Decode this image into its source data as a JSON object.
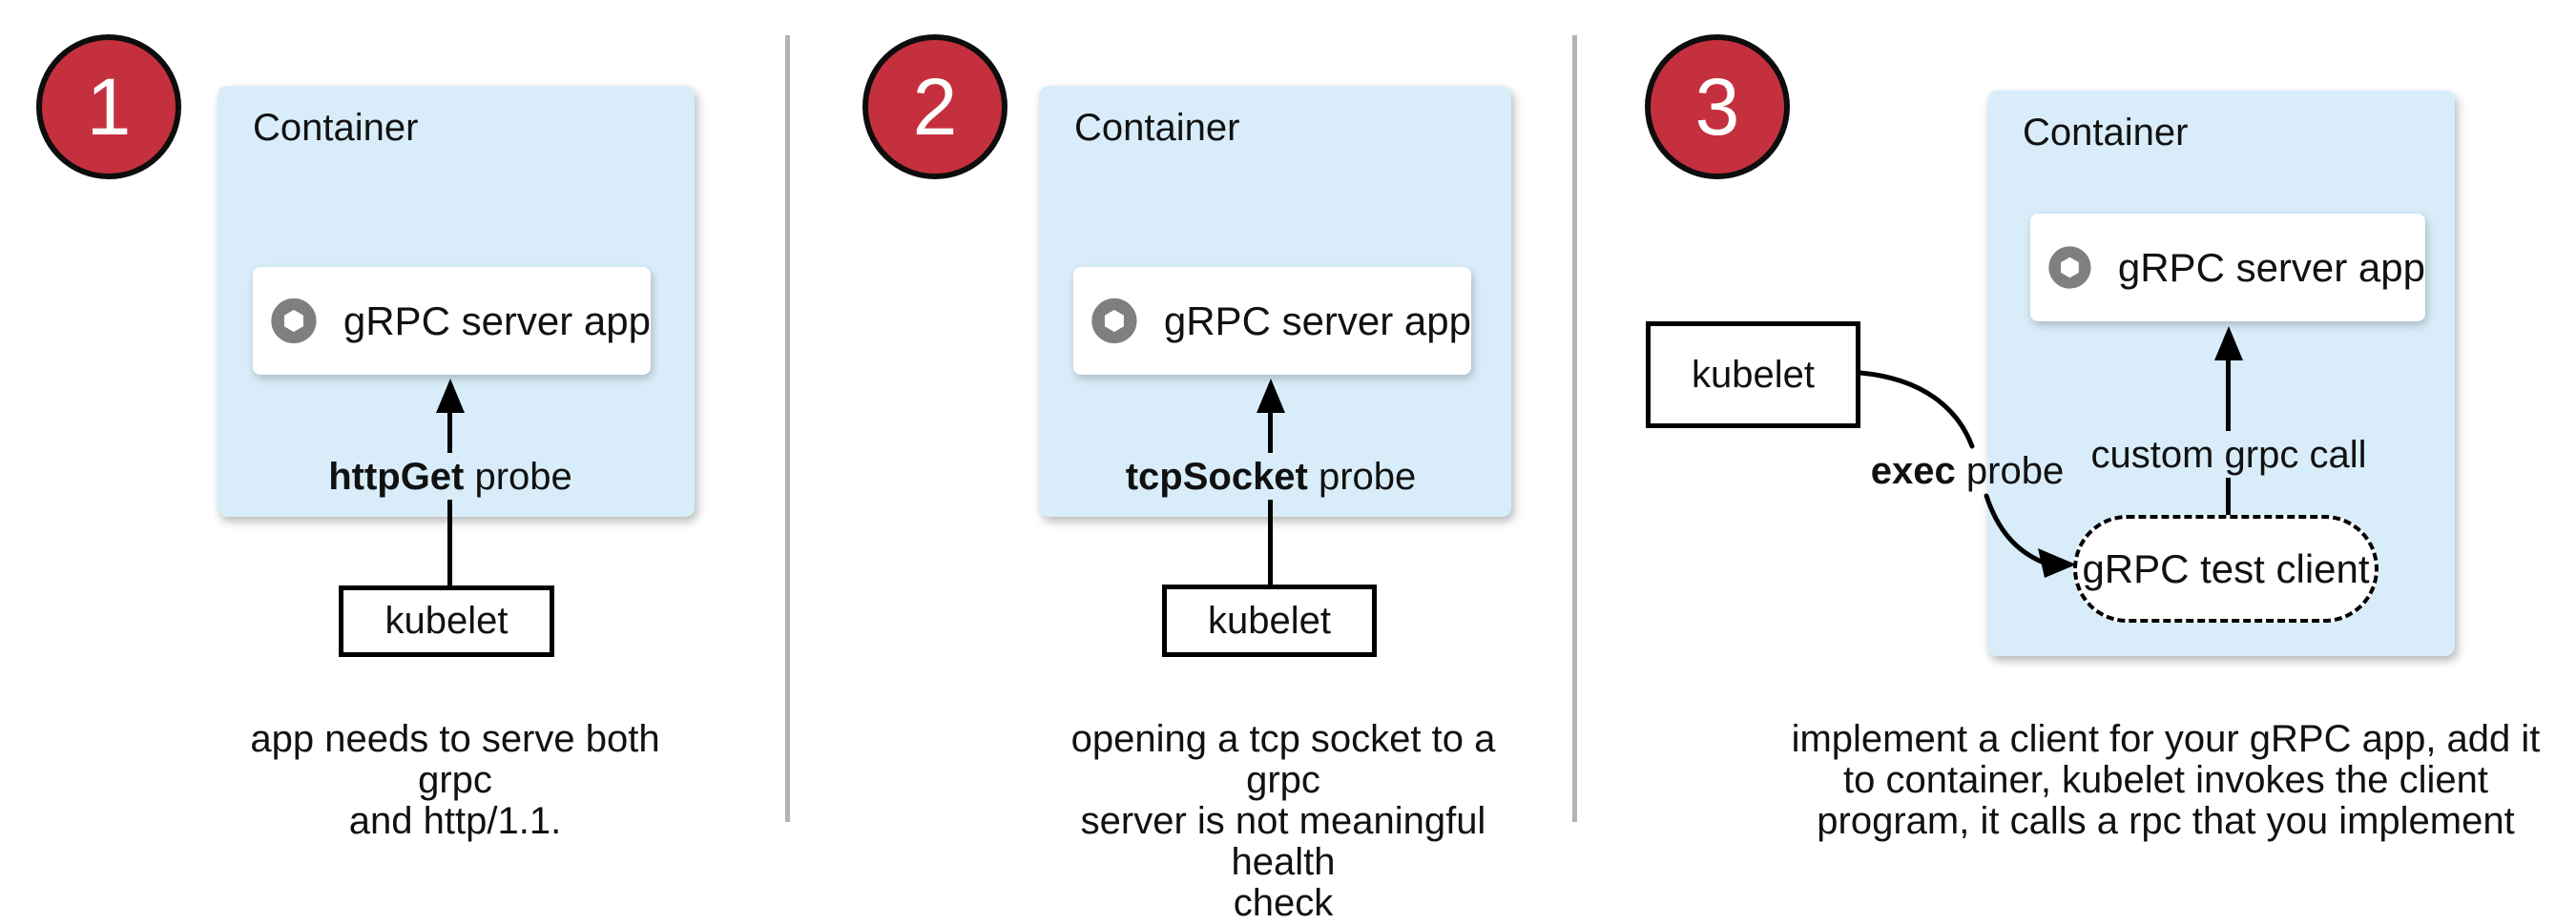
{
  "title": "gRPC health probe options diagram",
  "colors": {
    "background": "#ffffff",
    "container_fill": "#d8edf9",
    "badge_fill": "#c5303e",
    "badge_number_color": "#ffffff",
    "divider_gray": "#b3b3b3",
    "icon_gray": "#7f7f7f",
    "line_black": "#000000"
  },
  "panels": [
    {
      "badge": "1",
      "container_label": "Container",
      "app_box": {
        "icon": "aperture-icon",
        "label": "gRPC server app"
      },
      "probe": {
        "bold": "httpGet",
        "rest": " probe"
      },
      "kubelet_label": "kubelet",
      "caption_lines": [
        "app needs to serve both grpc",
        "and http/1.1."
      ]
    },
    {
      "badge": "2",
      "container_label": "Container",
      "app_box": {
        "icon": "aperture-icon",
        "label": "gRPC server app"
      },
      "probe": {
        "bold": "tcpSocket",
        "rest": " probe"
      },
      "kubelet_label": "kubelet",
      "caption_lines": [
        "opening a tcp socket to a grpc",
        "server is not meaningful health",
        "check"
      ]
    },
    {
      "badge": "3",
      "container_label": "Container",
      "app_box": {
        "icon": "aperture-icon",
        "label": "gRPC server app"
      },
      "probe": {
        "bold": "exec",
        "rest": " probe"
      },
      "kubelet_label": "kubelet",
      "call_label": "custom grpc call",
      "test_client_label": "gRPC test client",
      "caption_lines": [
        "implement a client for your gRPC app, add it",
        "to container, kubelet invokes the client",
        "program, it calls a rpc that you implement"
      ]
    }
  ]
}
